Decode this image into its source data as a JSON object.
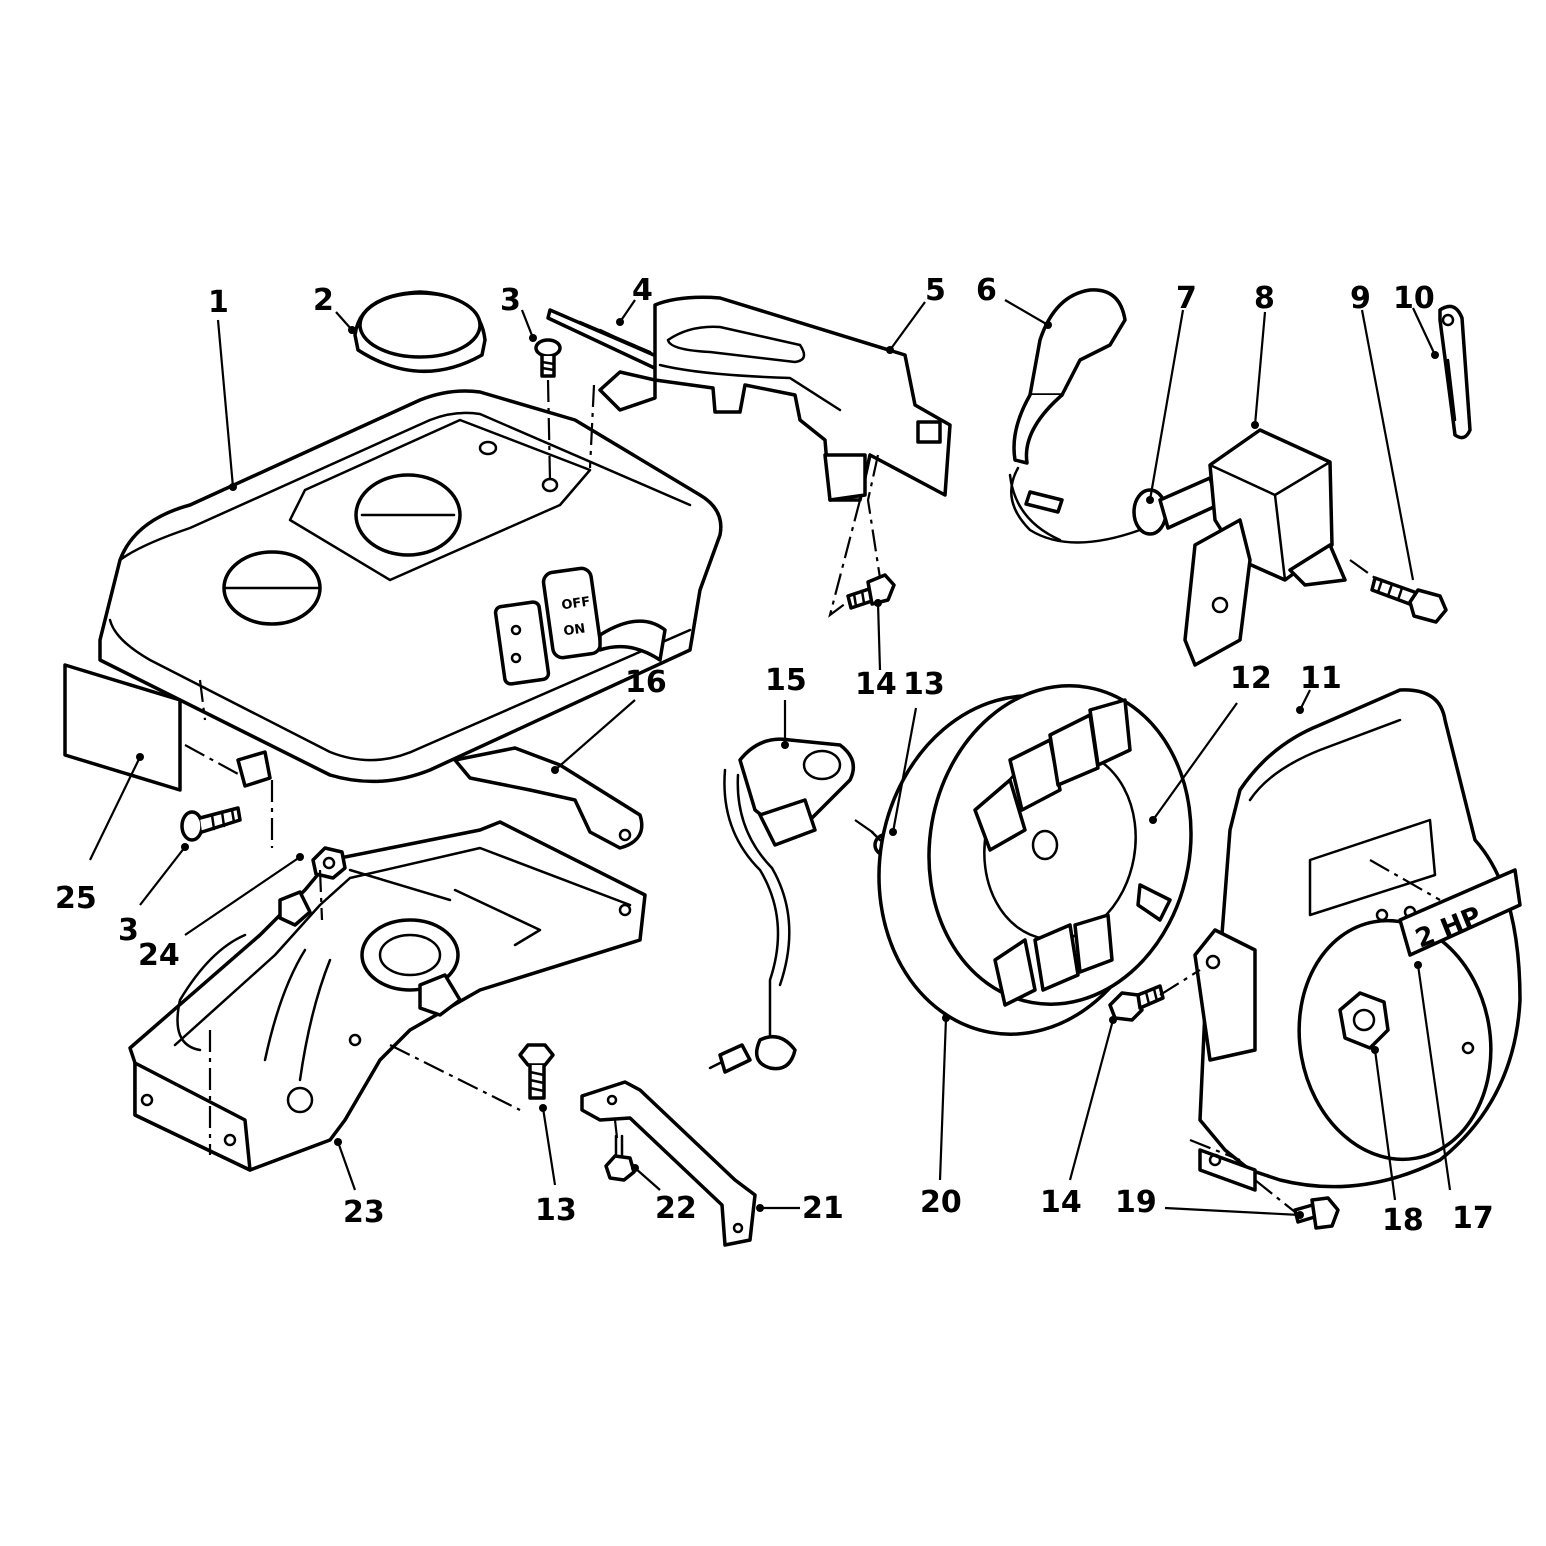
{
  "switch_labels": {
    "off": "OFF",
    "on": "ON"
  },
  "decal_label": "2 HP",
  "callouts": [
    "1",
    "2",
    "3",
    "4",
    "5",
    "6",
    "7",
    "8",
    "9",
    "10",
    "11",
    "12",
    "13",
    "14",
    "15",
    "16",
    "17",
    "18",
    "19",
    "20",
    "21",
    "22",
    "23",
    "24",
    "25"
  ],
  "callouts_repeat": {
    "c3b": "3",
    "c13b": "13",
    "c14b": "14"
  },
  "colors": {
    "ink": "#000000",
    "paper": "#ffffff"
  }
}
